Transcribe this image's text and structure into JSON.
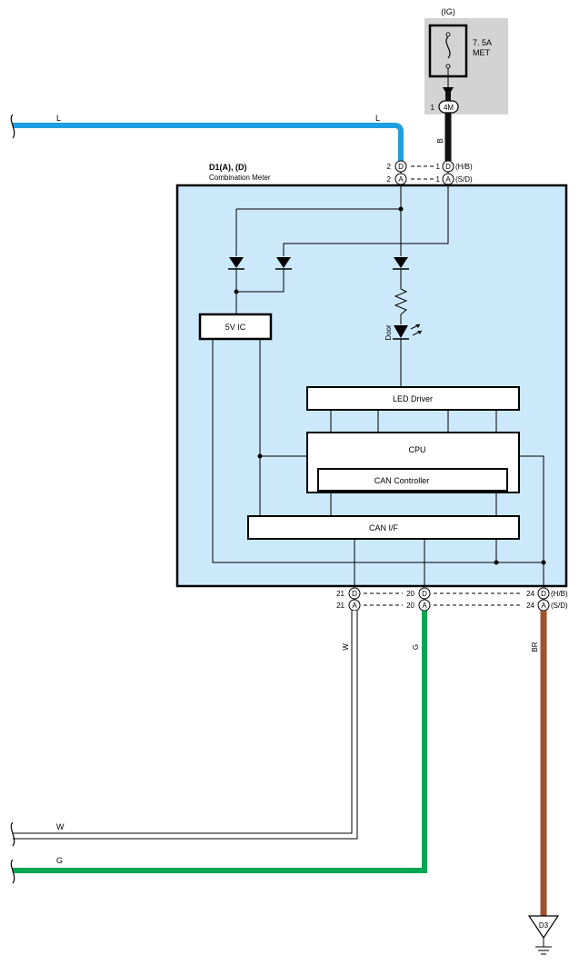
{
  "fuse": {
    "source": "(IG)",
    "rating": "7. 5A",
    "name": "MET",
    "connector_pin": "1",
    "connector_id": "4M",
    "wire_color": "B"
  },
  "meter": {
    "connector_title": "D1(A), (D)",
    "name": "Combination Meter"
  },
  "top_pins": [
    {
      "left_pin": "2",
      "left_conn": "D",
      "right_pin": "1",
      "right_conn": "D",
      "variant": "(H/B)"
    },
    {
      "left_pin": "2",
      "left_conn": "A",
      "right_pin": "1",
      "right_conn": "A",
      "variant": "(S/D)"
    }
  ],
  "bottom_pins": [
    {
      "w_pin": "21",
      "w_conn": "D",
      "g_pin": "20",
      "g_conn": "D",
      "br_pin": "24",
      "br_conn": "D",
      "variant": "(H/B)"
    },
    {
      "w_pin": "21",
      "w_conn": "A",
      "g_pin": "20",
      "g_conn": "A",
      "br_pin": "24",
      "br_conn": "A",
      "variant": "(S/D)"
    }
  ],
  "blocks": {
    "regulator": "5V IC",
    "led_driver": "LED Driver",
    "cpu": "CPU",
    "can_controller": "CAN Controller",
    "can_if": "CAN I/F",
    "door_led": "Door"
  },
  "wires": {
    "l_left": "L",
    "l_right": "L",
    "w_left": "W",
    "w_vertical": "W",
    "g_left": "G",
    "g_vertical": "G",
    "br_vertical": "BR"
  },
  "ground": {
    "id": "D3"
  },
  "colors": {
    "wire_l": "#1e9fe0",
    "wire_g": "#00a651",
    "wire_br": "#a0522d",
    "wire_b": "#111111",
    "meter_fill": "#cce9fb",
    "fuse_bg": "#d3d3d3"
  }
}
